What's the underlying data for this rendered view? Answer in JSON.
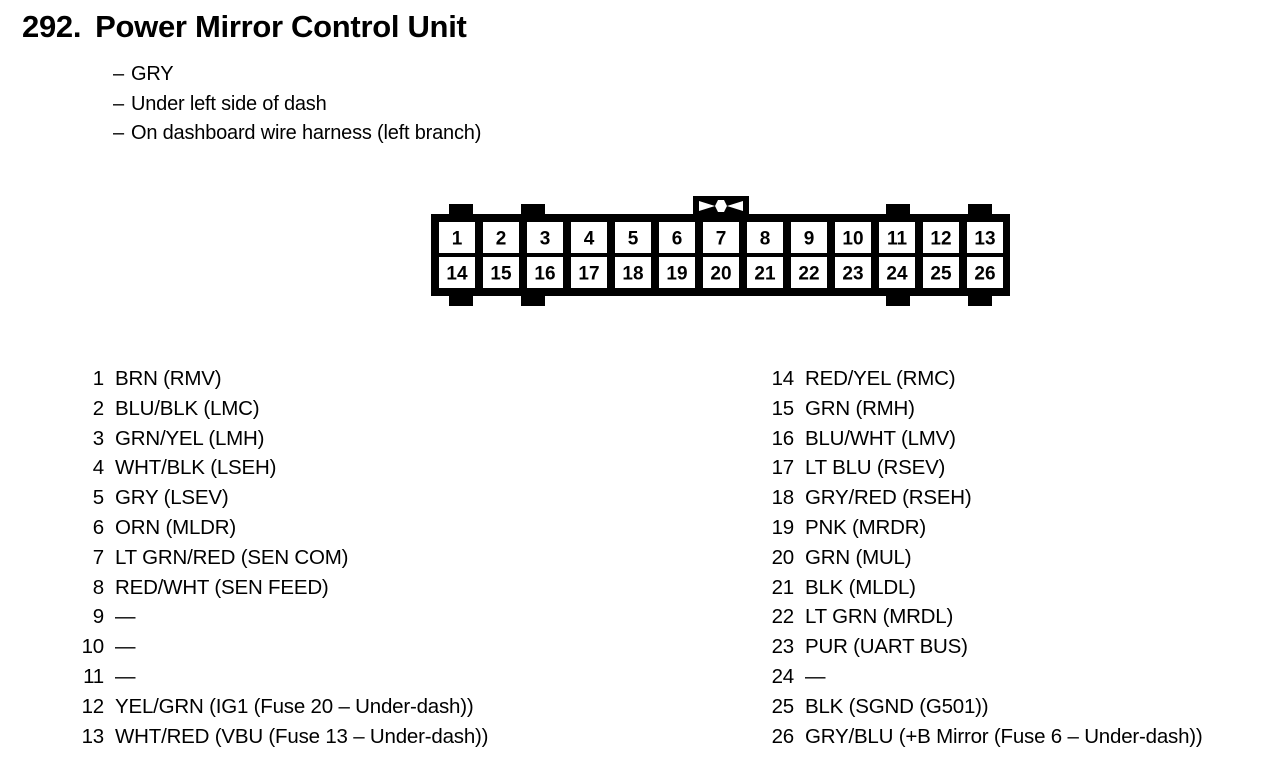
{
  "header": {
    "number": "292.",
    "title": "Power Mirror Control Unit",
    "bullets": [
      {
        "marker": "–",
        "text": "GRY"
      },
      {
        "marker": "–",
        "text": "Under left side of dash"
      },
      {
        "marker": "–",
        "text": "On dashboard wire harness (left branch)"
      }
    ]
  },
  "connector": {
    "name": "26-pin connector",
    "latch_icon": "bowtie-latch-icon",
    "rows": [
      {
        "label": "top-row",
        "pins": [
          "1",
          "2",
          "3",
          "4",
          "5",
          "6",
          "7",
          "8",
          "9",
          "10",
          "11",
          "12",
          "13"
        ]
      },
      {
        "label": "bottom-row",
        "pins": [
          "14",
          "15",
          "16",
          "17",
          "18",
          "19",
          "20",
          "21",
          "22",
          "23",
          "24",
          "25",
          "26"
        ]
      }
    ],
    "colors": {
      "body": "#000000",
      "cell": "#ffffff"
    }
  },
  "pin_list": {
    "left": [
      {
        "no": "1",
        "desc": "BRN (RMV)"
      },
      {
        "no": "2",
        "desc": "BLU/BLK (LMC)"
      },
      {
        "no": "3",
        "desc": "GRN/YEL (LMH)"
      },
      {
        "no": "4",
        "desc": "WHT/BLK (LSEH)"
      },
      {
        "no": "5",
        "desc": "GRY (LSEV)"
      },
      {
        "no": "6",
        "desc": "ORN (MLDR)"
      },
      {
        "no": "7",
        "desc": "LT GRN/RED (SEN COM)"
      },
      {
        "no": "8",
        "desc": "RED/WHT (SEN FEED)"
      },
      {
        "no": "9",
        "desc": "—"
      },
      {
        "no": "10",
        "desc": "—"
      },
      {
        "no": "11",
        "desc": "—"
      },
      {
        "no": "12",
        "desc": "YEL/GRN (IG1 (Fuse 20 – Under-dash))"
      },
      {
        "no": "13",
        "desc": "WHT/RED  (VBU (Fuse 13 – Under-dash))"
      }
    ],
    "right": [
      {
        "no": "14",
        "desc": "RED/YEL (RMC)"
      },
      {
        "no": "15",
        "desc": "GRN (RMH)"
      },
      {
        "no": "16",
        "desc": "BLU/WHT (LMV)"
      },
      {
        "no": "17",
        "desc": "LT BLU (RSEV)"
      },
      {
        "no": "18",
        "desc": "GRY/RED (RSEH)"
      },
      {
        "no": "19",
        "desc": "PNK (MRDR)"
      },
      {
        "no": "20",
        "desc": "GRN (MUL)"
      },
      {
        "no": "21",
        "desc": "BLK (MLDL)"
      },
      {
        "no": "22",
        "desc": "LT GRN (MRDL)"
      },
      {
        "no": "23",
        "desc": "PUR (UART BUS)"
      },
      {
        "no": "24",
        "desc": "—"
      },
      {
        "no": "25",
        "desc": "BLK (SGND (G501))"
      },
      {
        "no": "26",
        "desc": "GRY/BLU  (+B Mirror (Fuse 6 – Under-dash))"
      }
    ]
  }
}
